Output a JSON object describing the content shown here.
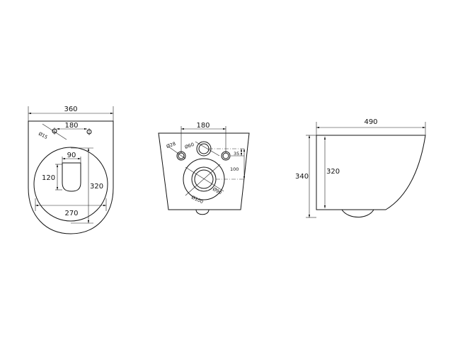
{
  "views": {
    "top": {
      "name": "Top view",
      "dims": {
        "overall_width": "360",
        "hole_spacing": "180",
        "hole_diameter": "Ø15",
        "opening_width": "90",
        "opening_length": "120",
        "bowl_length": "320",
        "bowl_width": "270"
      }
    },
    "rear": {
      "name": "Rear view",
      "dims": {
        "bolt_spacing": "180",
        "bolt_diameter": "Ø28",
        "inlet_diameter": "Ø60",
        "bolt_offset": "35",
        "outlet_height": "100",
        "outlet_inner_diameter": "Ø90",
        "outlet_outer_diameter": "Ø100"
      }
    },
    "side": {
      "name": "Side view",
      "dims": {
        "depth": "490",
        "overall_height": "340",
        "body_height": "320"
      }
    }
  }
}
